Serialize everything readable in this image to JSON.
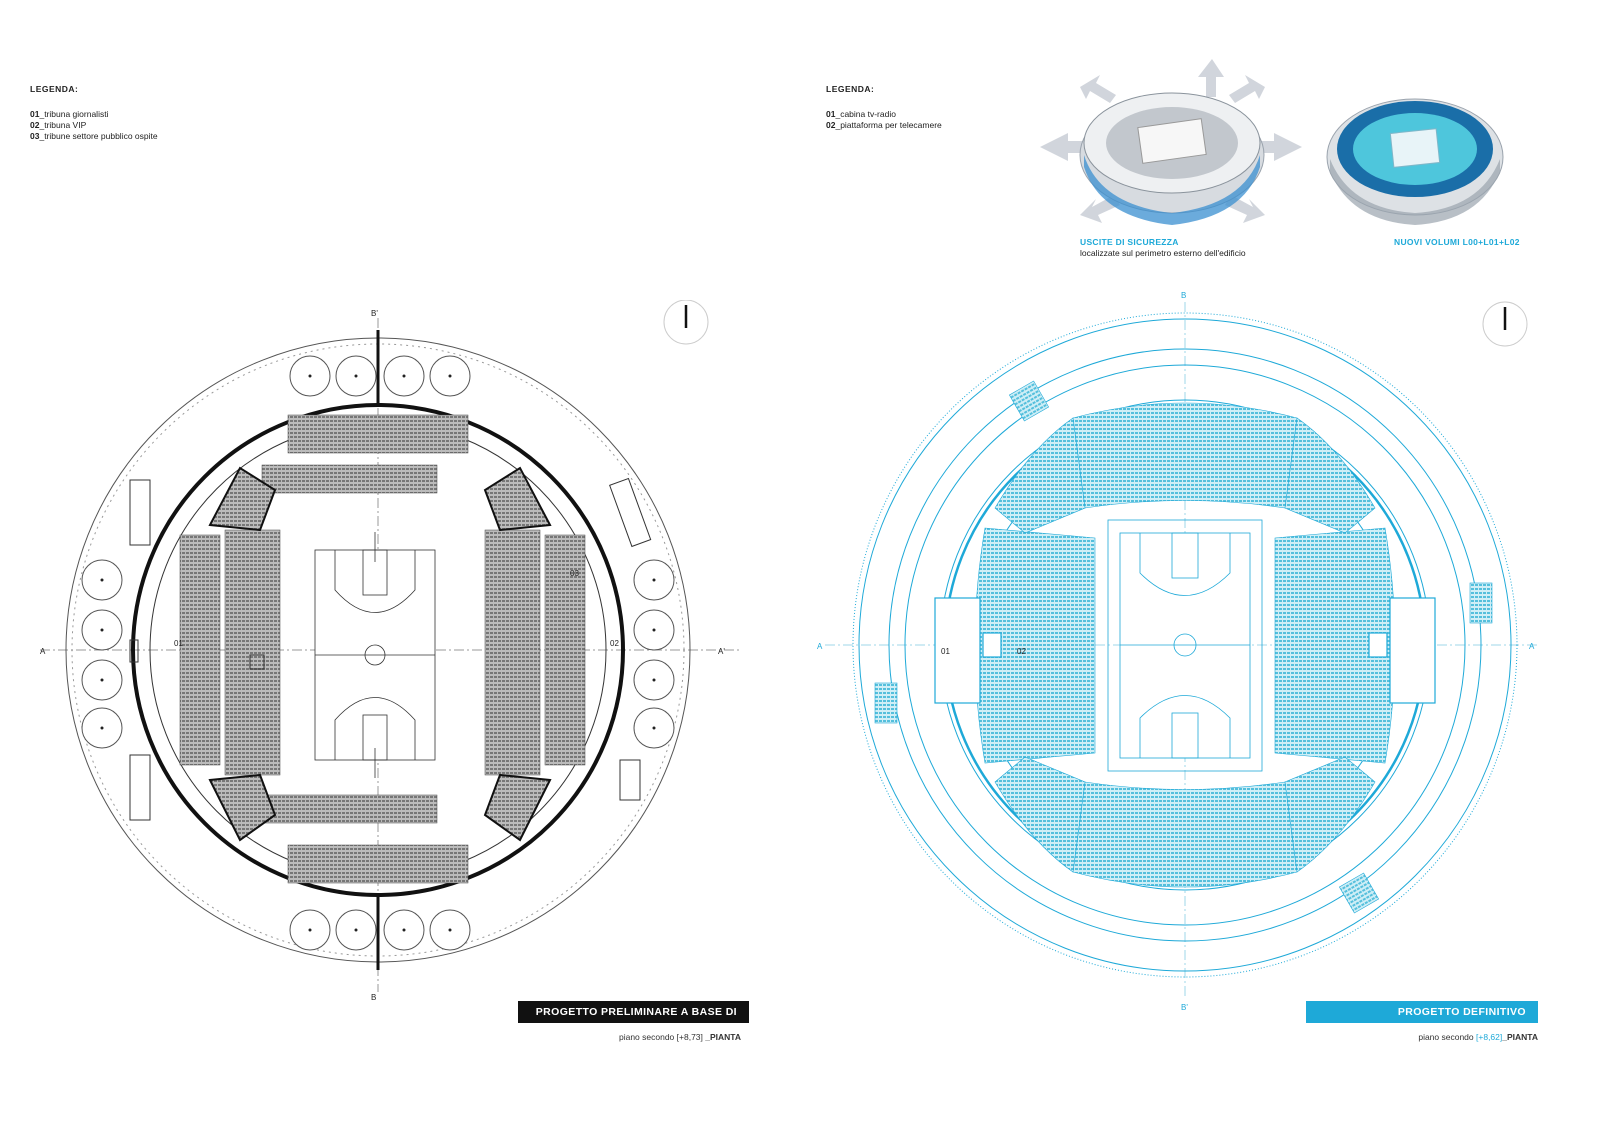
{
  "left": {
    "legend_title": "LEGENDA:",
    "legend_items": [
      {
        "num": "01",
        "text": "_tribuna giornalisti"
      },
      {
        "num": "02",
        "text": "_tribuna VIP"
      },
      {
        "num": "03",
        "text": "_tribune settore pubblico ospite"
      }
    ],
    "plan_labels": {
      "b_top": "B'",
      "b_bottom": "B",
      "a_left": "A",
      "a_right": "A'",
      "n01": "01",
      "n02": "02",
      "n03": "03"
    },
    "title": "PROGETTO PRELIMINARE A BASE DI GARA",
    "subtitle_prefix": "piano secondo ",
    "subtitle_level": "[+8,73]",
    "subtitle_suffix": " _PIANTA"
  },
  "right": {
    "legend_title": "LEGENDA:",
    "legend_items": [
      {
        "num": "01",
        "text": "_cabina tv-radio"
      },
      {
        "num": "02",
        "text": "_piattaforma per telecamere"
      }
    ],
    "render1_title": "USCITE DI SICUREZZA",
    "render1_caption": "localizzate sul perimetro esterno dell'edificio",
    "render2_title": "NUOVI VOLUMI L00+L01+L02",
    "plan_labels": {
      "b_top": "B",
      "b_bottom": "B'",
      "a_left": "A",
      "a_right": "A",
      "n01": "01",
      "n02": "02"
    },
    "title": "PROGETTO DEFINITIVO",
    "subtitle_prefix": "piano secondo ",
    "subtitle_level": "[+8,62]",
    "subtitle_suffix": "_PIANTA"
  },
  "colors": {
    "accent": "#1ea9d8",
    "dark": "#111111",
    "plan_line": "#333333"
  }
}
